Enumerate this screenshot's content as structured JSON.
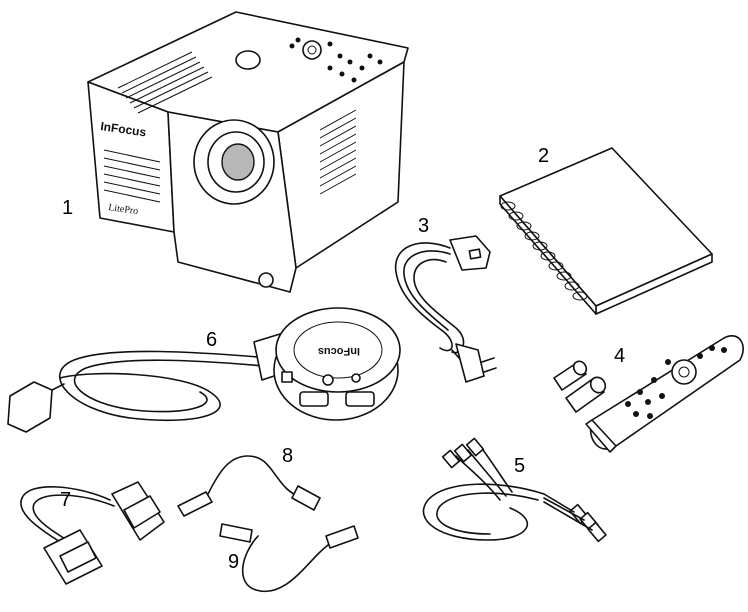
{
  "callouts": {
    "projector": "1",
    "manual": "2",
    "power_cord": "3",
    "remote_batteries": "4",
    "av_cable": "5",
    "connector_module": "6",
    "vga_adapter": "7",
    "cable_8": "8",
    "cable_9": "9"
  },
  "branding": {
    "projector_logo": "InFocus",
    "projector_model": "LitePro",
    "module_logo": "InFocus"
  }
}
